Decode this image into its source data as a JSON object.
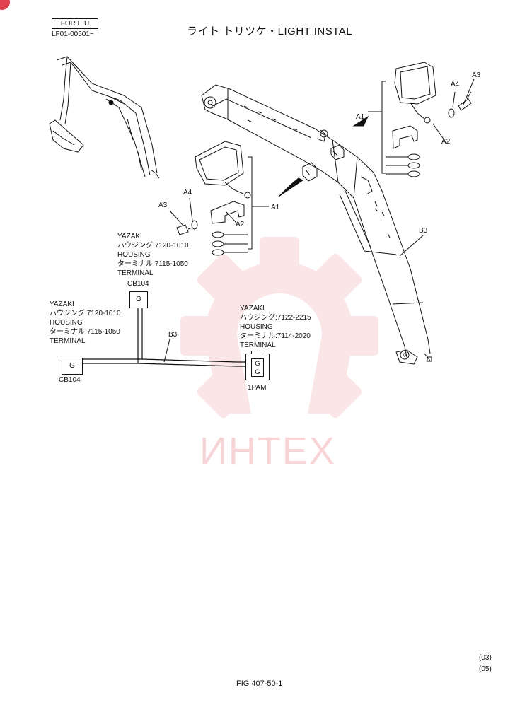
{
  "header": {
    "region_label": "FOR E U",
    "serial_range": "LF01-00501~",
    "title": "ライト トリツケ・LIGHT INSTAL"
  },
  "parts": {
    "A1": "A1",
    "A2": "A2",
    "A3": "A3",
    "A4": "A4",
    "B3": "B3"
  },
  "connectors": {
    "cb104_upper": {
      "maker": "YAZAKI",
      "housing_jp": "ハウジング:7120-1010",
      "housing_en": "HOUSING",
      "terminal_jp": "ターミナル:7115-1050",
      "terminal_en": "TERMINAL",
      "id": "CB104",
      "letter": "G"
    },
    "cb104_left": {
      "maker": "YAZAKI",
      "housing_jp": "ハウジング:7120-1010",
      "housing_en": "HOUSING",
      "terminal_jp": "ターミナル:7115-1050",
      "terminal_en": "TERMINAL",
      "id": "CB104",
      "letter": "G"
    },
    "pam": {
      "maker": "YAZAKI",
      "housing_jp": "ハウジング:7122-2215",
      "housing_en": "HOUSING",
      "terminal_jp": "ターミナル:7114-2020",
      "terminal_en": "TERMINAL",
      "id": "1PAM",
      "letters": [
        "G",
        "G"
      ]
    }
  },
  "watermark": {
    "text": "ИНТЕХ",
    "color": "#e0424f"
  },
  "footer": {
    "code_1": "(03)",
    "code_2": "(05)",
    "figure": "FIG 407-50-1"
  }
}
